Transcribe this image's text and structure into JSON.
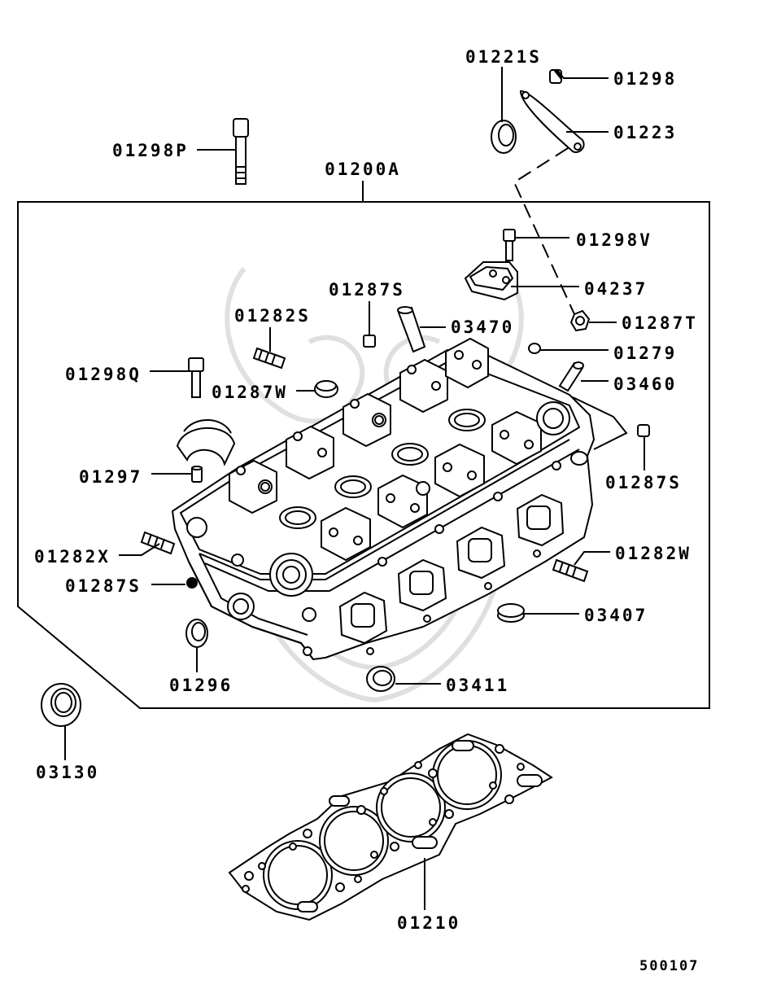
{
  "diagram": {
    "assembly_label": "01200A",
    "reference_number": "500107",
    "labels": {
      "l01221S": "01221S",
      "l01298": "01298",
      "l01223": "01223",
      "l01298P": "01298P",
      "l01298V": "01298V",
      "l04237": "04237",
      "l01287S_top": "01287S",
      "l03470": "03470",
      "l01282S": "01282S",
      "l01287T": "01287T",
      "l01279": "01279",
      "l01298Q": "01298Q",
      "l01287W": "01287W",
      "l03460": "03460",
      "l01287S_right": "01287S",
      "l01297": "01297",
      "l01282X": "01282X",
      "l01282W": "01282W",
      "l01287S_left": "01287S",
      "l03407": "03407",
      "l01296": "01296",
      "l03411": "03411",
      "l03130": "03130",
      "l01210": "01210"
    }
  }
}
